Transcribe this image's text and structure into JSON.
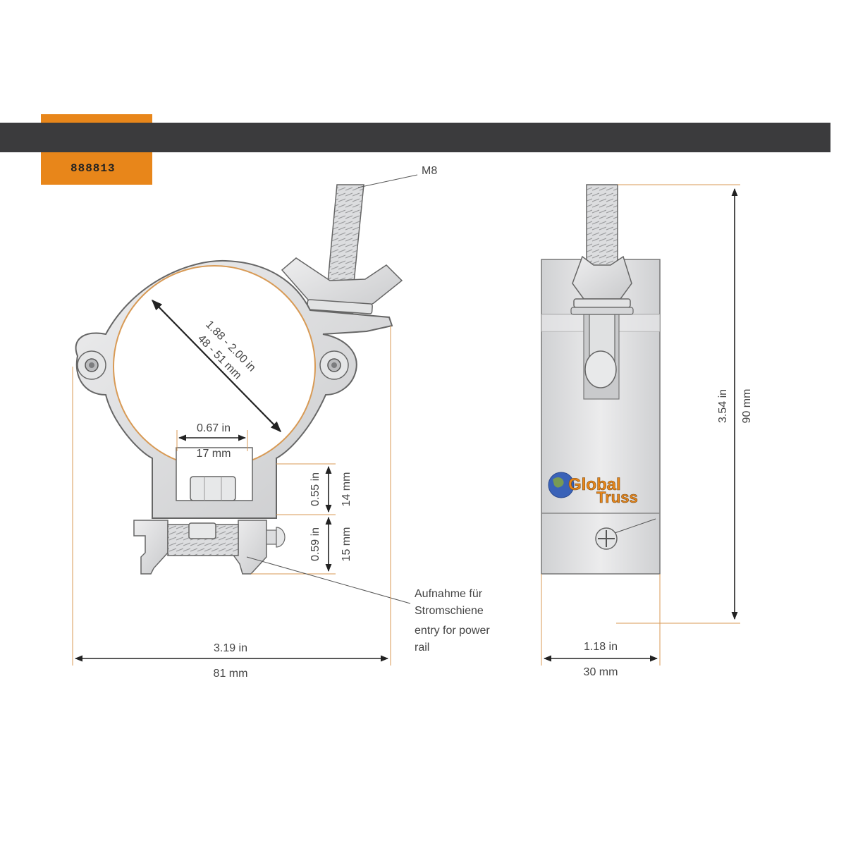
{
  "header": {
    "article_number": "888813"
  },
  "front_view": {
    "bolt_label": "M8",
    "pipe_diameter_in": "1.88 - 2.00 in",
    "pipe_diameter_mm": "48 - 51 mm",
    "slot_width_in": "0.67 in",
    "slot_width_mm": "17 mm",
    "upper_height_in": "0.55 in",
    "upper_height_mm": "14 mm",
    "lower_height_in": "0.59 in",
    "lower_height_mm": "15 mm",
    "rail_note_de_1": "Aufnahme für",
    "rail_note_de_2": "Stromschiene",
    "rail_note_en_1": "entry for power",
    "rail_note_en_2": "rail",
    "total_width_in": "3.19 in",
    "total_width_mm": "81 mm"
  },
  "side_view": {
    "logo_word_1": "Global",
    "logo_word_2": "Truss",
    "height_in": "3.54 in",
    "height_mm": "90 mm",
    "width_in": "1.18 in",
    "width_mm": "30 mm"
  },
  "colors": {
    "accent_orange": "#e8861a",
    "header_dark": "#3b3b3d",
    "metal": "#d9dadb"
  }
}
